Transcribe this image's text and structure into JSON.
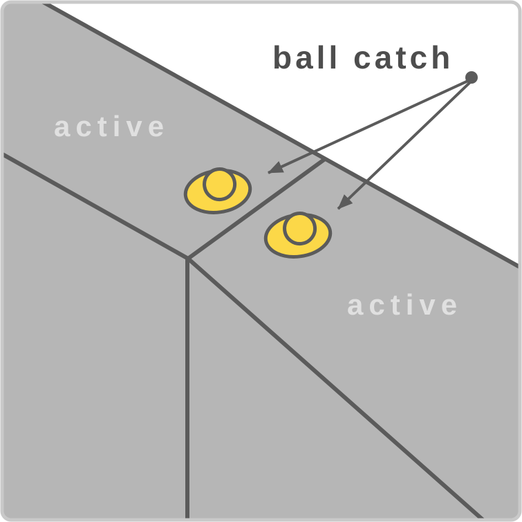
{
  "title": {
    "text": "ball catch"
  },
  "panels": {
    "top_left_label": "active",
    "bottom_right_label": "active"
  },
  "shapes": {
    "left_ball_catch": "ball-catch-icon",
    "right_ball_catch": "ball-catch-icon",
    "callout": "dot-with-two-arrows"
  },
  "colors": {
    "background": "#ffffff",
    "panel_gray": "#b6b6b6",
    "edge_gray": "#5b5b5b",
    "ball_yellow": "#fcd848",
    "panel_label": "#e0e0e0",
    "title_text": "#4d4d4d",
    "frame_border": "#c9c9c9"
  }
}
